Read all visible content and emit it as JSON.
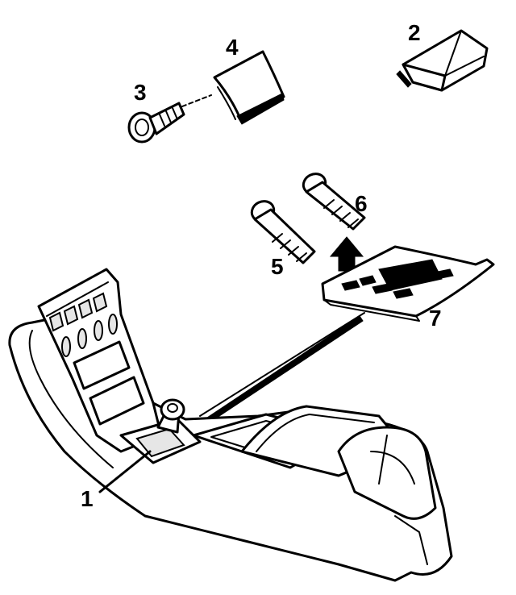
{
  "diagram": {
    "colors": {
      "line": "#000000",
      "background": "#ffffff"
    },
    "callouts": [
      {
        "id": "1",
        "label": "1"
      },
      {
        "id": "2",
        "label": "2"
      },
      {
        "id": "3",
        "label": "3"
      },
      {
        "id": "4",
        "label": "4"
      },
      {
        "id": "5",
        "label": "5"
      },
      {
        "id": "6",
        "label": "6"
      },
      {
        "id": "7",
        "label": "7"
      }
    ]
  }
}
